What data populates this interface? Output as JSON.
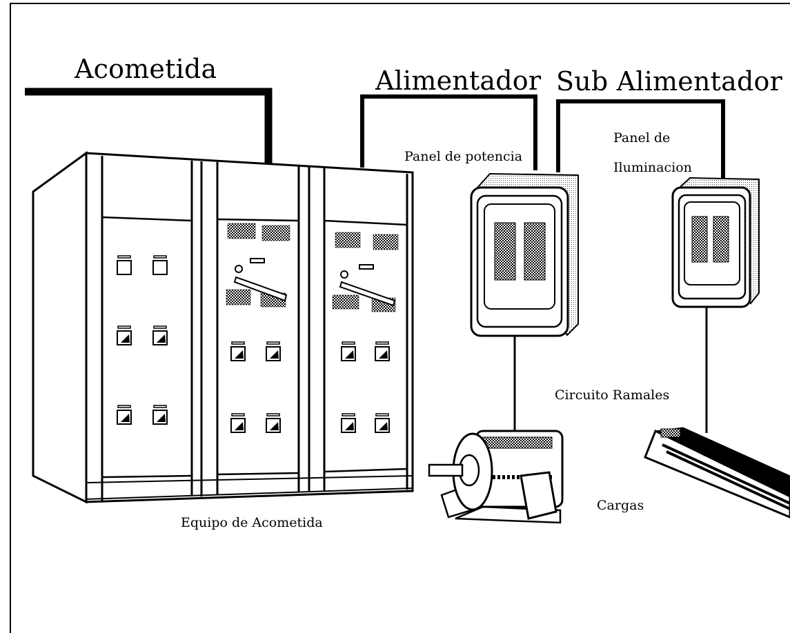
{
  "labels": {
    "acometida": "Acometida",
    "alimentador": "Alimentador",
    "sub_alimentador": "Sub Alimentador",
    "panel_potencia": "Panel de potencia",
    "panel_iluminacion_1": "Panel de",
    "panel_iluminacion_2": "Iluminacion",
    "circuito_ramales": "Circuito Ramales",
    "cargas": "Cargas",
    "equipo_acometida": "Equipo de Acometida"
  }
}
